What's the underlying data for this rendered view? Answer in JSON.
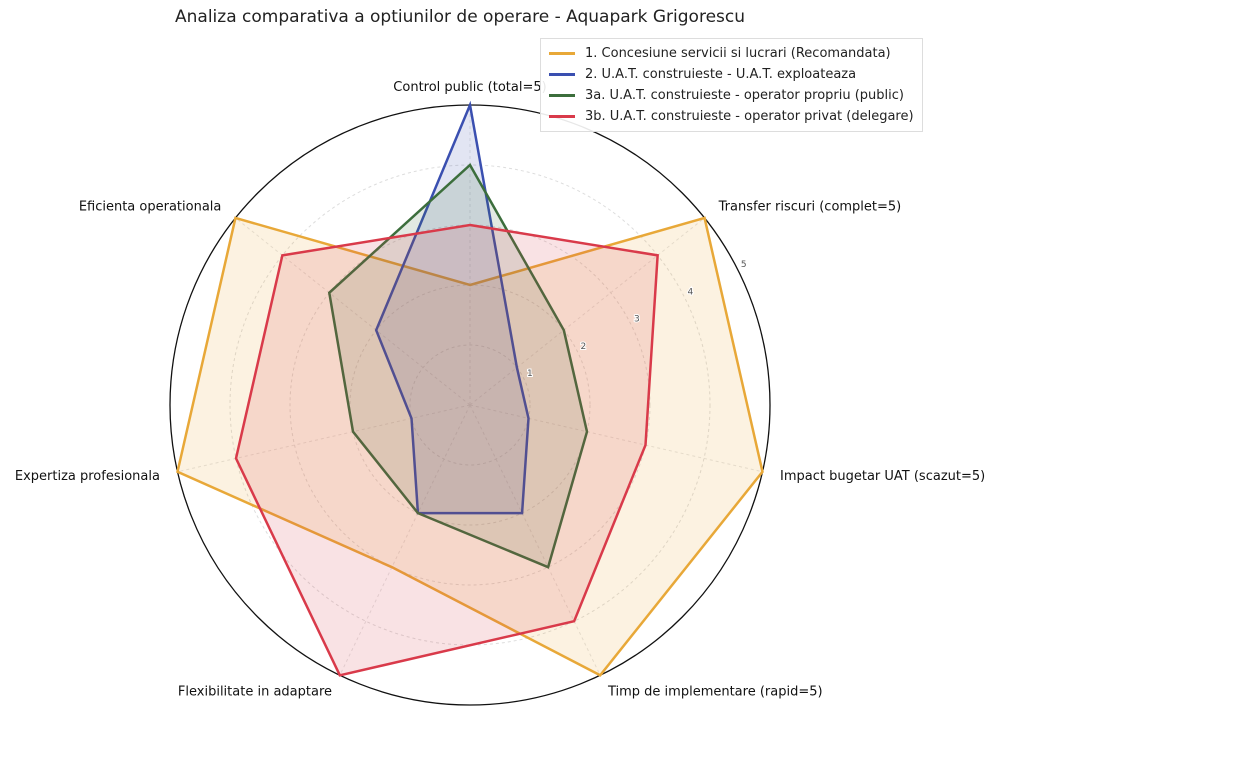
{
  "chart_data": {
    "type": "radar",
    "title": "Analiza comparativa a optiunilor de operare - Aquapark Grigorescu",
    "axes": [
      "Control public (total=5)",
      "Transfer riscuri (complet=5)",
      "Impact bugetar UAT (scazut=5)",
      "Timp de implementare (rapid=5)",
      "Flexibilitate in adaptare",
      "Expertiza profesionala",
      "Eficienta operationala"
    ],
    "rticks": [
      "1",
      "2",
      "3",
      "4",
      "5"
    ],
    "rlim": [
      0,
      5
    ],
    "legend_position": "top-right",
    "series": [
      {
        "name": "1. Concesiune servicii si lucrari (Recomandata)",
        "color": "#e8a838",
        "values": [
          2,
          5,
          5,
          5,
          3,
          5,
          5
        ]
      },
      {
        "name": "2. U.A.T. construieste - U.A.T. exploateaza",
        "color": "#3a4fb0",
        "values": [
          5,
          1,
          1,
          2,
          2,
          1,
          2
        ]
      },
      {
        "name": "3a. U.A.T. construieste - operator propriu (public)",
        "color": "#3c6e3c",
        "values": [
          4,
          2,
          2,
          3,
          2,
          2,
          3
        ]
      },
      {
        "name": "3b. U.A.T. construieste - operator privat (delegare)",
        "color": "#d93a4a",
        "values": [
          3,
          4,
          3,
          4,
          5,
          4,
          4
        ]
      }
    ]
  }
}
